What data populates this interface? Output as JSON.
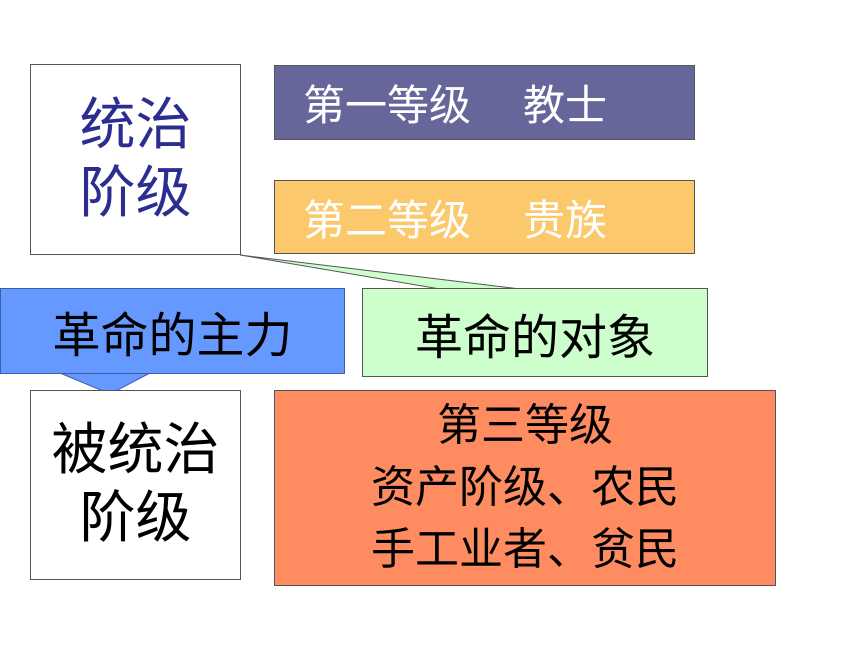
{
  "ruling_class": {
    "line1": "统治",
    "line2": "阶级"
  },
  "ruled_class": {
    "line1": "被统治",
    "line2": "阶级"
  },
  "tier1": {
    "label": "第一等级",
    "group": "教士"
  },
  "tier2": {
    "label": "第二等级",
    "group": "贵族"
  },
  "tier3": {
    "label": "第三等级",
    "line2": "资产阶级、农民",
    "line3": "手工业者、贫民"
  },
  "callouts": {
    "main_force": "革命的主力",
    "target": "革命的对象"
  },
  "colors": {
    "tier1_bg": "#66669a",
    "tier2_bg": "#fbc96c",
    "tier3_bg": "#ff8c60",
    "main_force_bg": "#6699ff",
    "target_bg": "#ccffcc",
    "ruling_text": "#2b2e8f"
  }
}
